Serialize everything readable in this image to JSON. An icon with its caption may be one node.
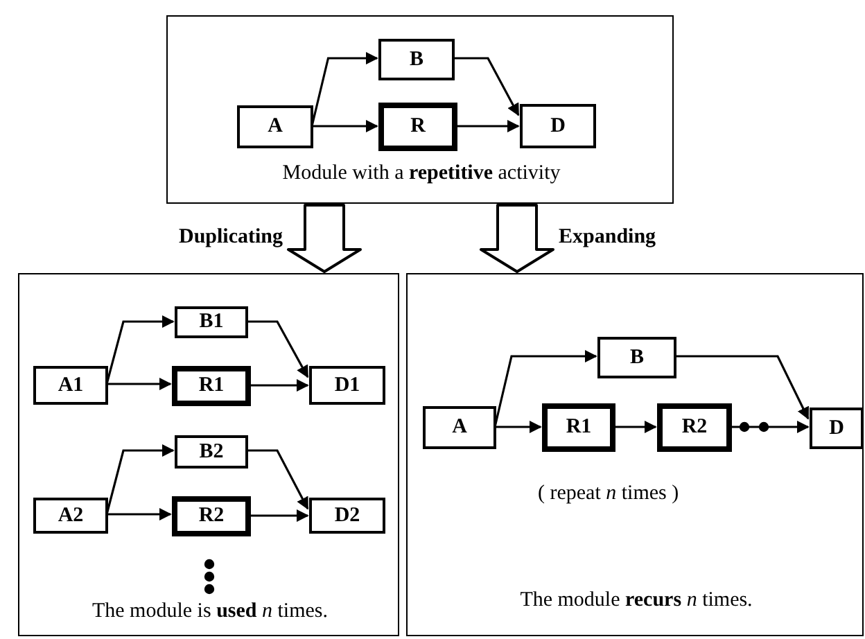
{
  "diagram": {
    "nodes": [
      {
        "text": [
          "Module with a **repetitive** activity"
        ]
      },
      {
        "text": [
          "A"
        ],
        "in": 0
      },
      {
        "text": [
          "B"
        ],
        "in": 0
      },
      {
        "text": [
          "R"
        ],
        "in": 0
      },
      {
        "text": [
          "D"
        ],
        "in": 0
      },
      {
        "text": [
          "The module is **used** *n* times."
        ]
      },
      {
        "text": [
          "A1"
        ],
        "in": 5
      },
      {
        "text": [
          "B1"
        ],
        "in": 5
      },
      {
        "text": [
          "R1"
        ],
        "in": 5
      },
      {
        "text": [
          "D1"
        ],
        "in": 5
      },
      {
        "text": [
          "A2"
        ],
        "in": 5
      },
      {
        "text": [
          "B2"
        ],
        "in": 5
      },
      {
        "text": [
          "R2"
        ],
        "in": 5
      },
      {
        "text": [
          "D2"
        ],
        "in": 5
      },
      {
        "text": [
          "( repeat *n* times )",
          "The module **recurs** *n* times."
        ]
      },
      {
        "text": [
          "A"
        ],
        "in": 14
      },
      {
        "text": [
          "B"
        ],
        "in": 14
      },
      {
        "text": [
          "R1"
        ],
        "in": 14
      },
      {
        "text": [
          "R2"
        ],
        "in": 14
      },
      {
        "text": [
          "D"
        ],
        "in": 14
      }
    ],
    "edges": [
      {
        "from": 0,
        "to": 5,
        "arrow": "to",
        "label": "Duplicating",
        "style": "thick"
      },
      {
        "from": 0,
        "to": 14,
        "arrow": "to",
        "label": "Expanding",
        "style": "thick"
      },
      {
        "from": 1,
        "to": 2,
        "arrow": "to"
      },
      {
        "from": 1,
        "to": 3,
        "arrow": "to"
      },
      {
        "from": 2,
        "to": 4,
        "arrow": "to"
      },
      {
        "from": 3,
        "to": 4,
        "arrow": "to"
      },
      {
        "from": 6,
        "to": 7,
        "arrow": "to"
      },
      {
        "from": 6,
        "to": 8,
        "arrow": "to"
      },
      {
        "from": 7,
        "to": 9,
        "arrow": "to"
      },
      {
        "from": 8,
        "to": 9,
        "arrow": "to"
      },
      {
        "from": 10,
        "to": 11,
        "arrow": "to"
      },
      {
        "from": 10,
        "to": 12,
        "arrow": "to"
      },
      {
        "from": 11,
        "to": 13,
        "arrow": "to"
      },
      {
        "from": 12,
        "to": 13,
        "arrow": "to"
      },
      {
        "from": 15,
        "to": 16,
        "arrow": "to"
      },
      {
        "from": 15,
        "to": 17,
        "arrow": "to"
      },
      {
        "from": 17,
        "to": 18,
        "arrow": "to"
      },
      {
        "from": 18,
        "to": 19,
        "arrow": "to"
      },
      {
        "from": 16,
        "to": 19,
        "arrow": "to"
      }
    ]
  }
}
